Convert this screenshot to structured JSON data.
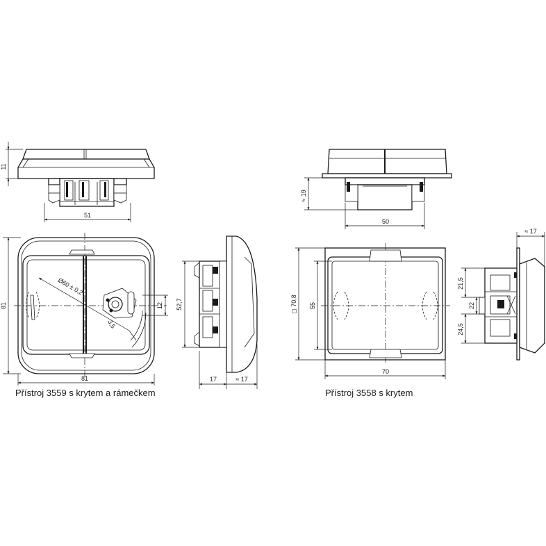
{
  "captions": {
    "left": "Přístroj 3559 s krytem a rámečkem",
    "right": "Přístroj 3558 s krytem"
  },
  "dims": {
    "left_top_height": "11",
    "left_top_width": "51",
    "left_front_height": "81",
    "left_front_width": "81",
    "left_diameter": "Ø60 ± 0,2",
    "left_angle": "3,5",
    "left_offset": "12",
    "left_side_height": "52,7",
    "left_side_depth": "17",
    "left_side_total": "≈ 17",
    "right_top_height": "≈ 19",
    "right_top_width": "50",
    "right_front_outer": "◻ 70,8",
    "right_front_inner": "55",
    "right_front_width": "70",
    "right_side_total": "≈ 17",
    "right_side_a": "21,5",
    "right_side_b": "22",
    "right_side_c": "24,5"
  }
}
